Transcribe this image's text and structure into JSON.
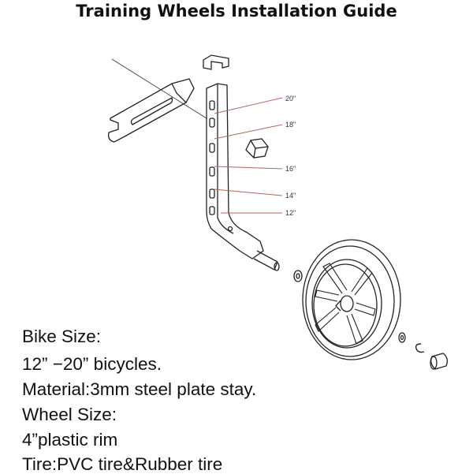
{
  "title": "Training Wheels Installation Guide",
  "size_labels": [
    "20\"",
    "18\"",
    "16\"",
    "14\"",
    "12\""
  ],
  "specs": {
    "bike_size_label": "Bike Size:",
    "bike_size_value": "12” −20” bicycles.",
    "material": "Material:3mm steel plate stay.",
    "wheel_size_label": "Wheel Size:",
    "wheel_size_value": "4”plastic rim",
    "tire": "Tire:PVC tire&Rubber tire"
  },
  "colors": {
    "leader_line": "#b5655f",
    "outline": "#222222"
  }
}
